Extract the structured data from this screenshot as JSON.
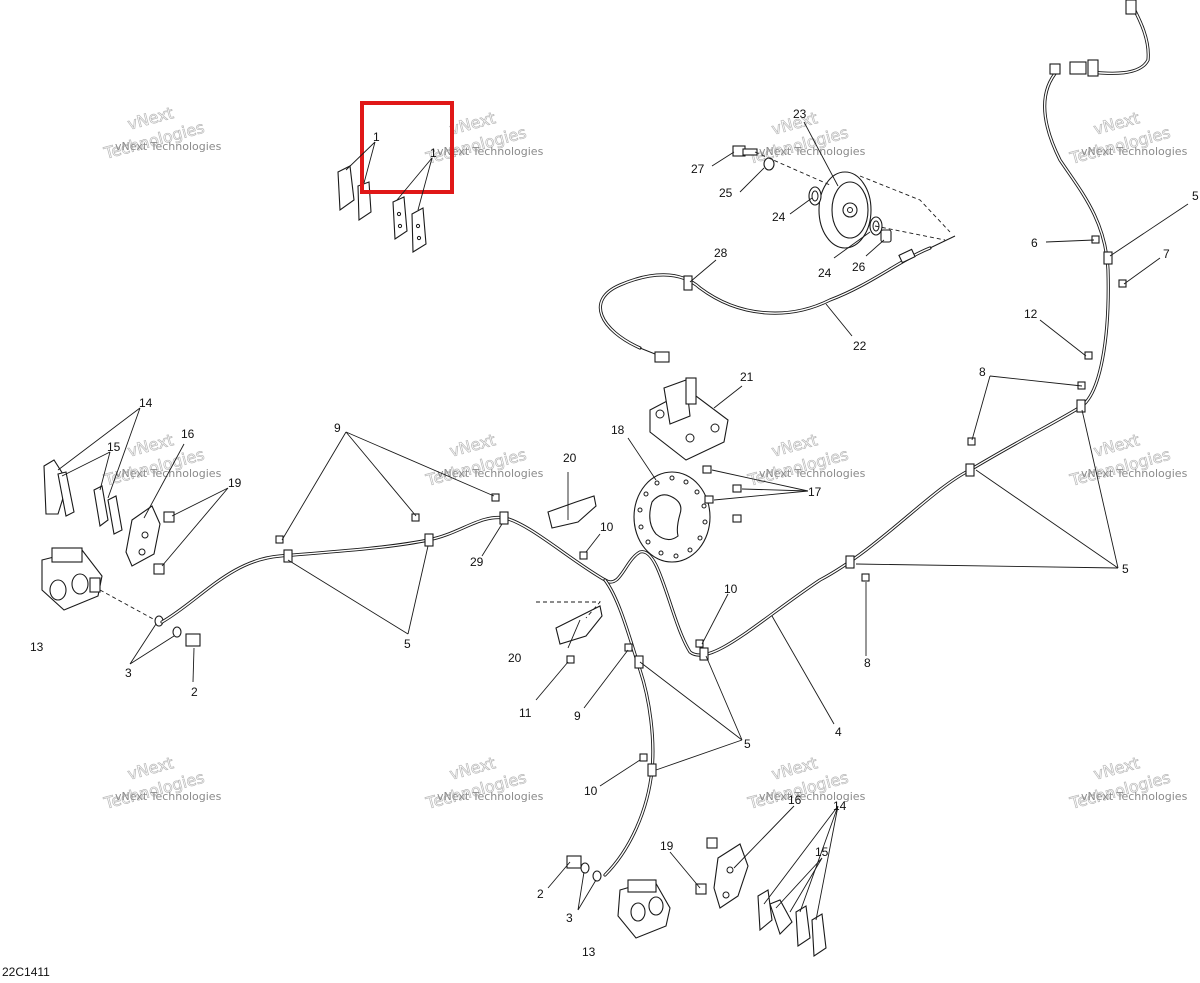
{
  "diagram_code": "22C1411",
  "watermark": {
    "line1": "vNext",
    "line2": "Technologies",
    "small": "vNext Technologies"
  },
  "callouts": {
    "c1a": "1",
    "c1b": "1",
    "c2a": "2",
    "c2b": "2",
    "c3a": "3",
    "c3b": "3",
    "c4": "4",
    "c5a": "5",
    "c5b": "5",
    "c5c": "5",
    "c5d": "5",
    "c6": "6",
    "c7": "7",
    "c8a": "8",
    "c8b": "8",
    "c9a": "9",
    "c9b": "9",
    "c10a": "10",
    "c10b": "10",
    "c10c": "10",
    "c11": "11",
    "c12": "12",
    "c13a": "13",
    "c13b": "13",
    "c14a": "14",
    "c14b": "14",
    "c15a": "15",
    "c15b": "15",
    "c16a": "16",
    "c16b": "16",
    "c17": "17",
    "c18": "18",
    "c19a": "19",
    "c19b": "19",
    "c20a": "20",
    "c20b": "20",
    "c21": "21",
    "c22": "22",
    "c23": "23",
    "c24a": "24",
    "c24b": "24",
    "c25": "25",
    "c26": "26",
    "c27": "27",
    "c28": "28",
    "c29": "29"
  },
  "highlight": {
    "color": "#e01818",
    "target": "1"
  }
}
